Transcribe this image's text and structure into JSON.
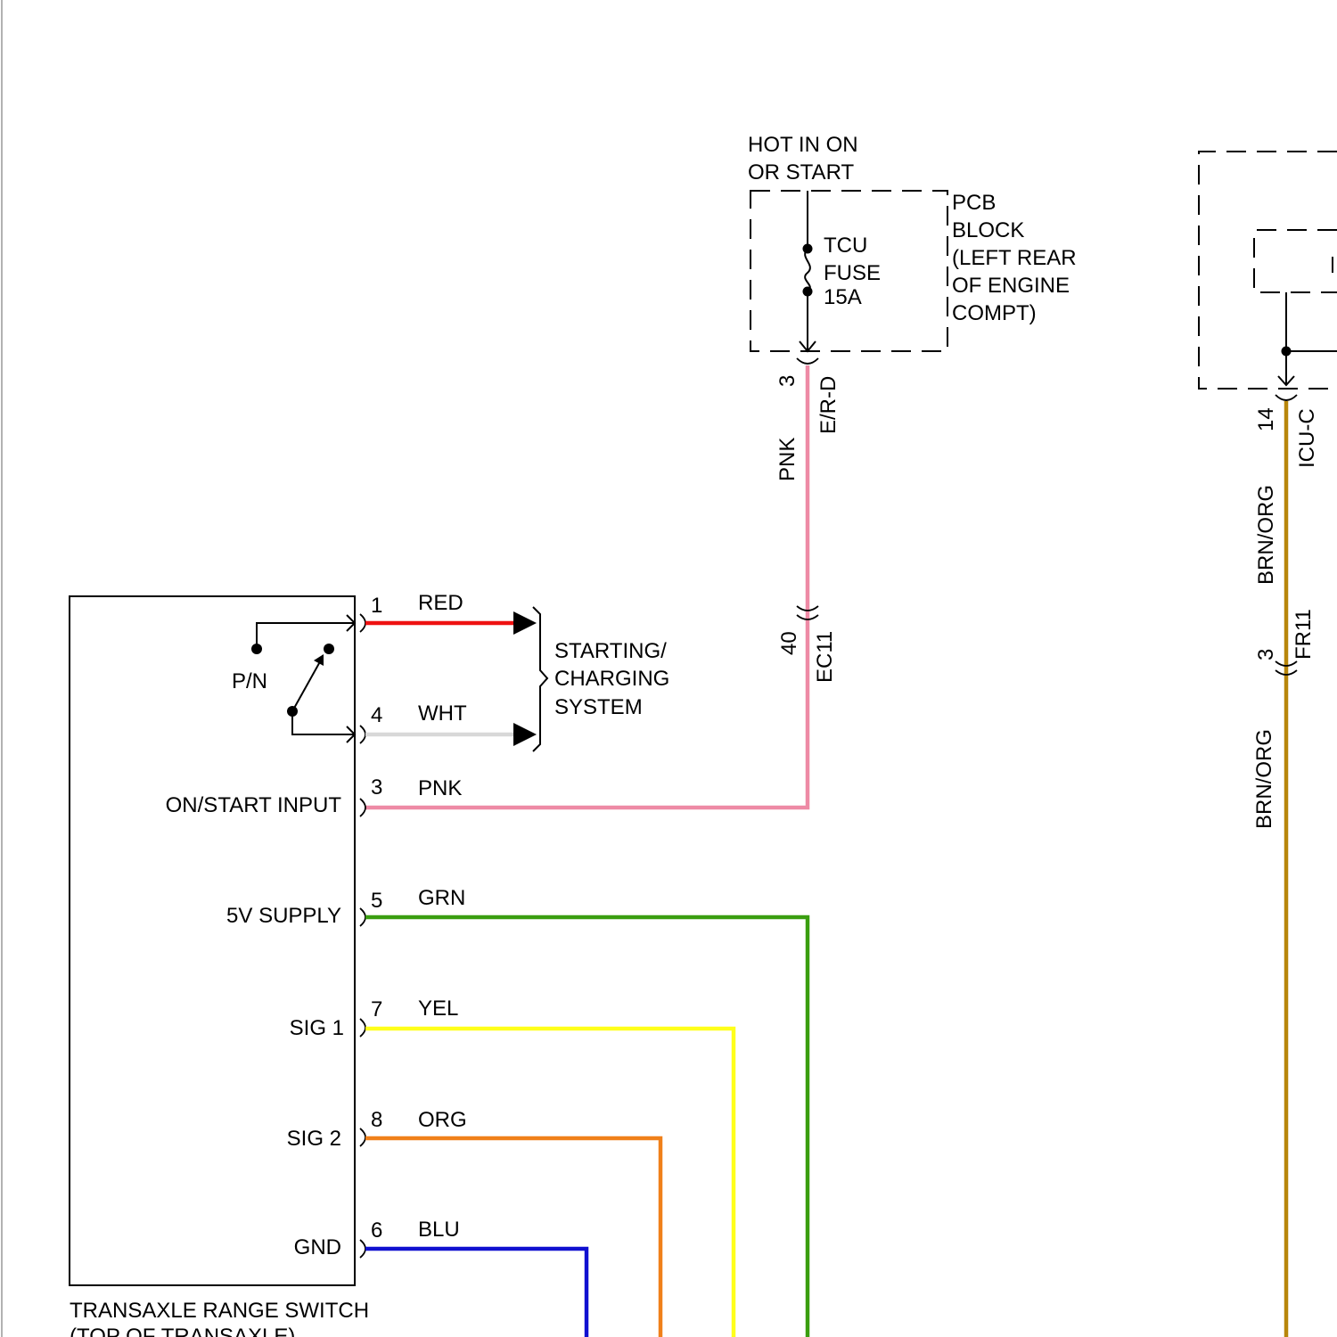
{
  "colors": {
    "red": "#ee1111",
    "wht": "#d8d8d8",
    "pnk": "#ee8aa5",
    "grn": "#3a9e10",
    "yel": "#ffff1a",
    "org": "#f0801a",
    "blu": "#1010d0",
    "brn_org": "#b8860b"
  },
  "power": {
    "hot_line1": "HOT IN ON",
    "hot_line2": "OR START",
    "fuse_line1": "TCU",
    "fuse_line2": "FUSE",
    "fuse_line3": "15A",
    "pcb_line1": "PCB",
    "pcb_line2": "BLOCK",
    "pcb_line3": "(LEFT REAR",
    "pcb_line4": "OF ENGINE",
    "pcb_line5": "COMPT)",
    "pin": "3",
    "connector": "E/R-D",
    "wire_color": "PNK"
  },
  "inline": {
    "pin": "40",
    "connector": "EC11"
  },
  "right_circuit": {
    "pin_top": "14",
    "connector_top": "ICU-C",
    "wire_color_top": "BRN/ORG",
    "pin_mid": "3",
    "connector_mid": "FR11",
    "wire_color_bottom": "BRN/ORG"
  },
  "switch": {
    "title_line1": "TRANSAXLE RANGE SWITCH",
    "title_line2": "(TOP OF TRANSAXLE)",
    "pn_label": "P/N",
    "pins": [
      {
        "pin": "1",
        "wire": "RED",
        "label": ""
      },
      {
        "pin": "4",
        "wire": "WHT",
        "label": ""
      },
      {
        "pin": "3",
        "wire": "PNK",
        "label": "ON/START INPUT"
      },
      {
        "pin": "5",
        "wire": "GRN",
        "label": "5V SUPPLY"
      },
      {
        "pin": "7",
        "wire": "YEL",
        "label": "SIG 1"
      },
      {
        "pin": "8",
        "wire": "ORG",
        "label": "SIG 2"
      },
      {
        "pin": "6",
        "wire": "BLU",
        "label": "GND"
      }
    ]
  },
  "starting": {
    "line1": "STARTING/",
    "line2": "CHARGING",
    "line3": "SYSTEM"
  }
}
